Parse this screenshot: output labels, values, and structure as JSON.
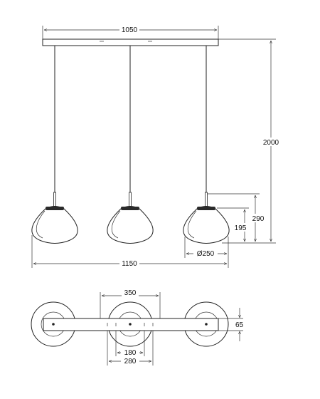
{
  "dimensions": {
    "canopy_length": "1050",
    "total_height": "2000",
    "shade_height_total": "290",
    "shade_height": "195",
    "shade_diameter": "Ø250",
    "overall_width": "1150",
    "plan_width": "350",
    "plan_depth": "65",
    "mount_spacing": "180",
    "plan_span": "280"
  },
  "colors": {
    "line": "#222222",
    "shade_fill": "#ffffff",
    "cap": "#2a2a2a"
  }
}
